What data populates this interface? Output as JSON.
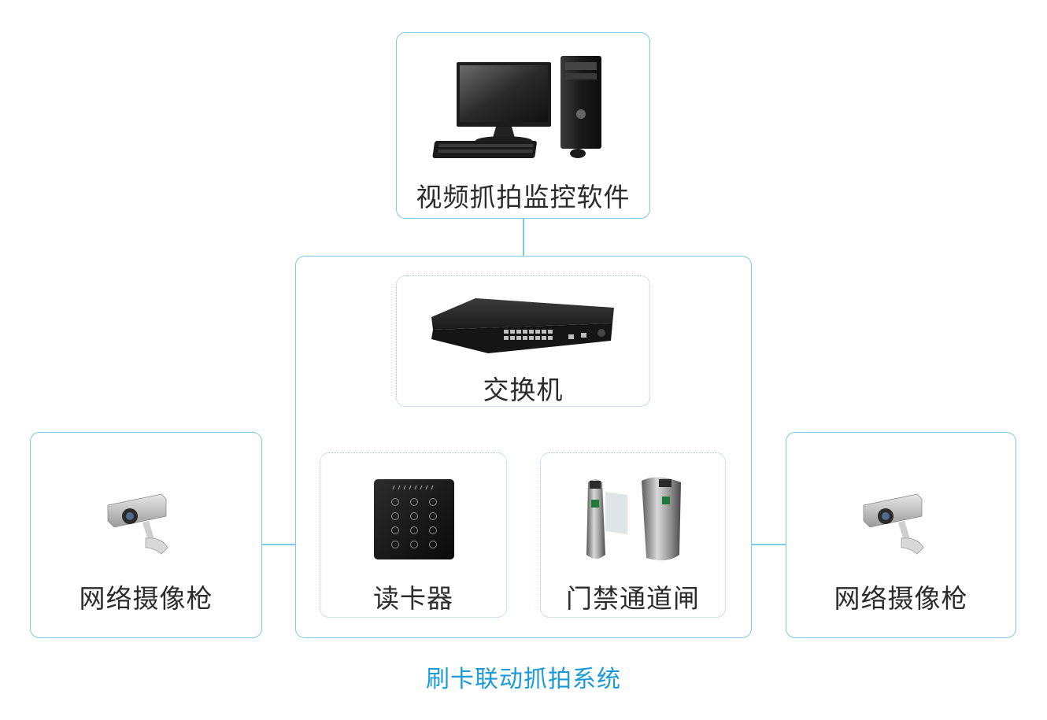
{
  "nodes": {
    "software": {
      "label": "视频抓拍监控软件",
      "icon": "desktop-pc-icon"
    },
    "switch": {
      "label": "交换机",
      "icon": "network-switch-icon"
    },
    "card_reader": {
      "label": "读卡器",
      "icon": "card-reader-icon"
    },
    "gate": {
      "label": "门禁通道闸",
      "icon": "turnstile-gate-icon"
    },
    "camera_left": {
      "label": "网络摄像枪",
      "icon": "cctv-camera-icon"
    },
    "camera_right": {
      "label": "网络摄像枪",
      "icon": "cctv-camera-icon"
    }
  },
  "group_caption": "刷卡联动抓拍系统",
  "colors": {
    "border": "#7ccbe3",
    "caption": "#1a9ad6",
    "text": "#2b2b2b"
  }
}
